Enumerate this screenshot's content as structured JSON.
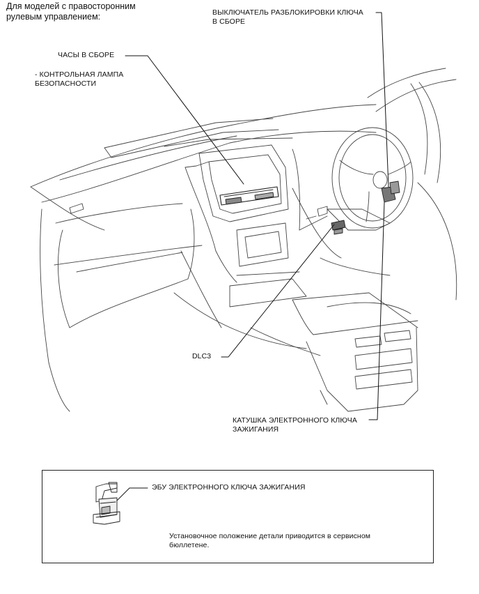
{
  "header": {
    "text": "Для моделей с правосторонним\nрулевым управлением:"
  },
  "labels": {
    "key_unlock_switch": "ВЫКЛЮЧАТЕЛЬ РАЗБЛОКИРОВКИ КЛЮЧА\nВ СБОРЕ",
    "clock": "ЧАСЫ В СБОРЕ",
    "security_lamp": "- КОНТРОЛЬНАЯ ЛАМПА\nБЕЗОПАСНОСТИ",
    "dlc3": "DLC3",
    "ignition_coil": "КАТУШКА ЭЛЕКТРОННОГО КЛЮЧА\nЗАЖИГАНИЯ"
  },
  "inset": {
    "ecu_label": "ЭБУ ЭЛЕКТРОННОГО КЛЮЧА ЗАЖИГАНИЯ",
    "note": "Установочное положение детали приводится в сервисном\nбюллетене."
  }
}
